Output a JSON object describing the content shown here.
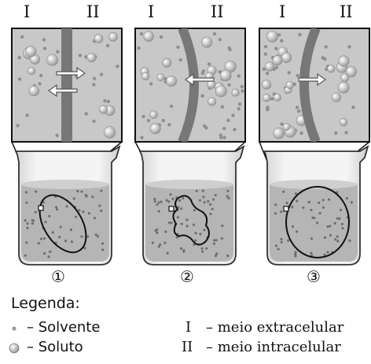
{
  "column_labels": [
    "I",
    "II",
    "I",
    "II",
    "I",
    "II"
  ],
  "panel_numbers": [
    "①",
    "②",
    "③"
  ],
  "legend": {
    "title": "Legenda:",
    "solvent": "– Solvente",
    "solute": "– Soluto",
    "medium_extra_key": "I",
    "medium_extra_text": "– meio extracelular",
    "medium_intra_key": "II",
    "medium_intra_text": "– meio intracelular"
  },
  "colors": {
    "background": "#ffffff",
    "panel_fill": "#c8c8c8",
    "membrane": "#777777",
    "solvent_dot": "#9a9a9a",
    "solute_circle": "#e8e8e8"
  }
}
